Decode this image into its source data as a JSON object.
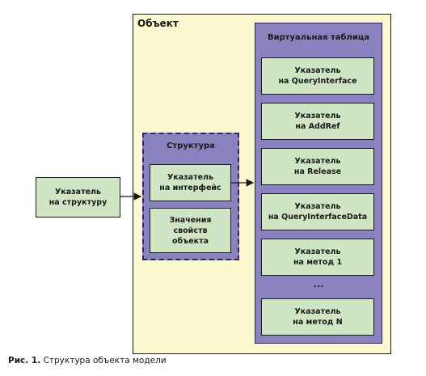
{
  "object": {
    "title": "Объект"
  },
  "virtual_table": {
    "title": "Виртуальная таблица",
    "items": [
      "Указатель\nна QueryInterface",
      "Указатель\nна AddRef",
      "Указатель\nна Release",
      "Указатель\nна QueryInterfaceData",
      "Указатель\nна метод 1",
      "Указатель\nна метод N"
    ],
    "ellipsis": "..."
  },
  "structure": {
    "title": "Структура",
    "items": [
      "Указатель\nна интерфейс",
      "Значения свойств\nобъекта"
    ]
  },
  "pointer": {
    "label": "Указатель\nна структуру"
  },
  "caption": {
    "prefix": "Рис. 1.",
    "text": "Структура объекта модели"
  }
}
